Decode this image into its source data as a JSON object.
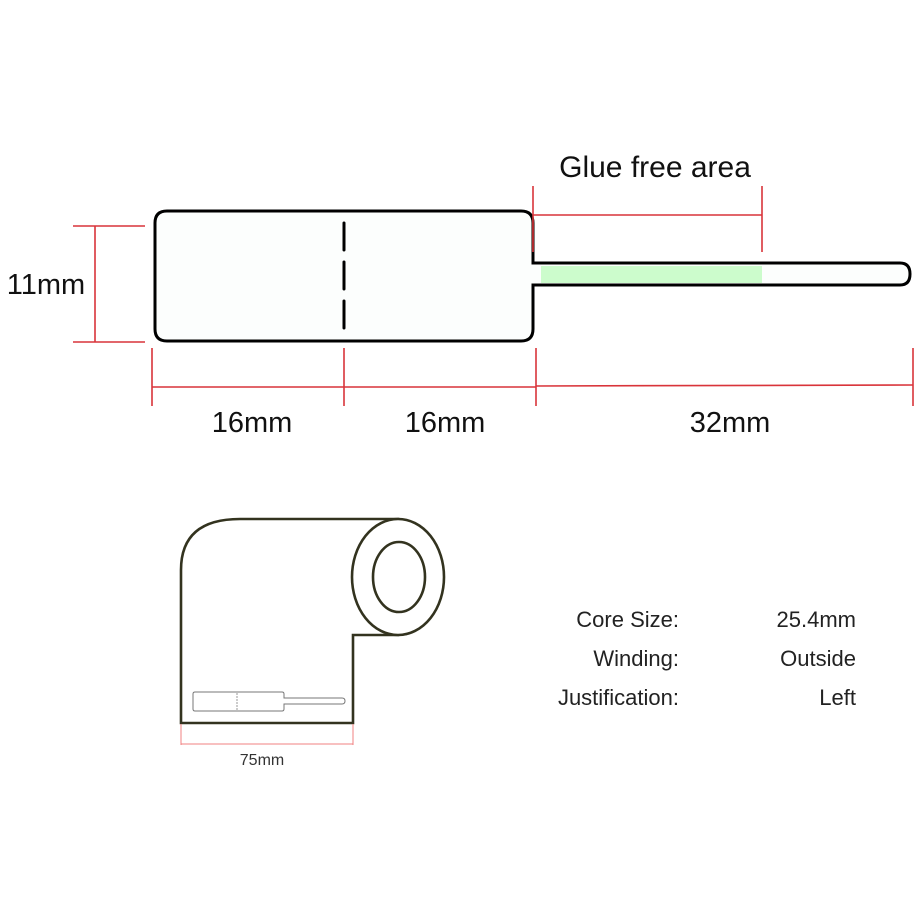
{
  "label_diagram": {
    "glue_free_label": "Glue free area",
    "height_label": "11mm",
    "width_labels": [
      "16mm",
      "16mm",
      "32mm"
    ],
    "glue_color": "#ccfccc",
    "dimension_color": "#d9343a"
  },
  "roll_diagram": {
    "width_label": "75mm"
  },
  "specs": [
    {
      "label": "Core Size:",
      "value": "25.4mm"
    },
    {
      "label": "Winding:",
      "value": "Outside"
    },
    {
      "label": "Justification:",
      "value": "Left"
    }
  ]
}
